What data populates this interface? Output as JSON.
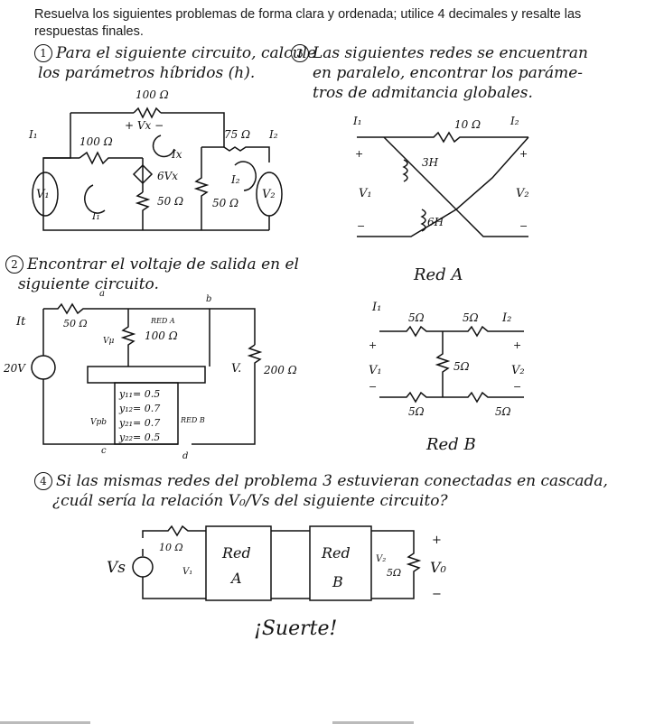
{
  "instructions": "Resuelva los siguientes problemas de forma clara y ordenada; utilice 4 decimales y resalte las respuestas finales.",
  "q1": {
    "number": "1",
    "line1": "Para el siguiente circuito, calcule",
    "line2": "los parámetros híbridos (h).",
    "labels": {
      "r_top": "100 Ω",
      "vx": "+ Vx −",
      "i1": "I₁",
      "r_left": "100 Ω",
      "ix": "Ix",
      "dep_src": "6Vx",
      "r_mid": "50 Ω",
      "r75": "75 Ω",
      "i2": "I₂",
      "i2_loop": "I₂",
      "r_right": "50 Ω",
      "v1": "V₁",
      "v2": "V₂",
      "i1_loop": "I₁",
      "plus": "+",
      "minus": "−"
    }
  },
  "q2": {
    "number": "2",
    "line1": "Encontrar el voltaje de salida en el",
    "line2": "siguiente circuito.",
    "labels": {
      "node_a": "a",
      "node_b": "b",
      "node_c": "c",
      "node_d": "d",
      "i_src": "It",
      "r50": "50 Ω",
      "red_a": "RED A",
      "r100": "100 Ω",
      "v_src": "20V",
      "vo": "V.",
      "r200": "200 Ω",
      "va_label": "Vμ",
      "vb_label": "Vpb",
      "y11": "y₁₁= 0.5",
      "y12": "y₁₂= 0.7",
      "y21": "y₂₁= 0.7",
      "y22": "y₂₂= 0.5",
      "red_b": "RED B",
      "plus": "+",
      "minus": "−"
    }
  },
  "q3": {
    "number": "3",
    "line1": "Las siguientes redes se encuentran",
    "line2": "en paralelo, encontrar los paráme-",
    "line3": "tros de admitancia globales.",
    "netA": {
      "i1": "I₁",
      "r10": "10 Ω",
      "i2": "I₂",
      "l3": "3H",
      "l6": "6H",
      "v1": "V₁",
      "v2": "V₂",
      "caption": "Red A",
      "plus": "+",
      "minus": "−"
    },
    "netB": {
      "i1": "I₁",
      "r_a": "5Ω",
      "r_b": "5Ω",
      "i2": "I₂",
      "r_mid": "5Ω",
      "r_c": "5Ω",
      "r_d": "5Ω",
      "v1": "V₁",
      "v2": "V₂",
      "caption": "Red B",
      "plus": "+",
      "minus": "−"
    }
  },
  "q4": {
    "number": "4",
    "line1": "Si las mismas redes del problema 3 estuvieran conectadas en cascada,",
    "line2": "¿cuál sería la relación V₀/Vs del siguiente circuito?",
    "labels": {
      "vs": "Vs",
      "r10": "10 Ω",
      "v1": "V₁",
      "red_a1": "Red",
      "red_a2": "A",
      "red_b1": "Red",
      "red_b2": "B",
      "v2": "V₂",
      "r5": "5Ω",
      "vo": "V₀",
      "plus": "+",
      "minus": "−"
    }
  },
  "closing": "¡Suerte!"
}
